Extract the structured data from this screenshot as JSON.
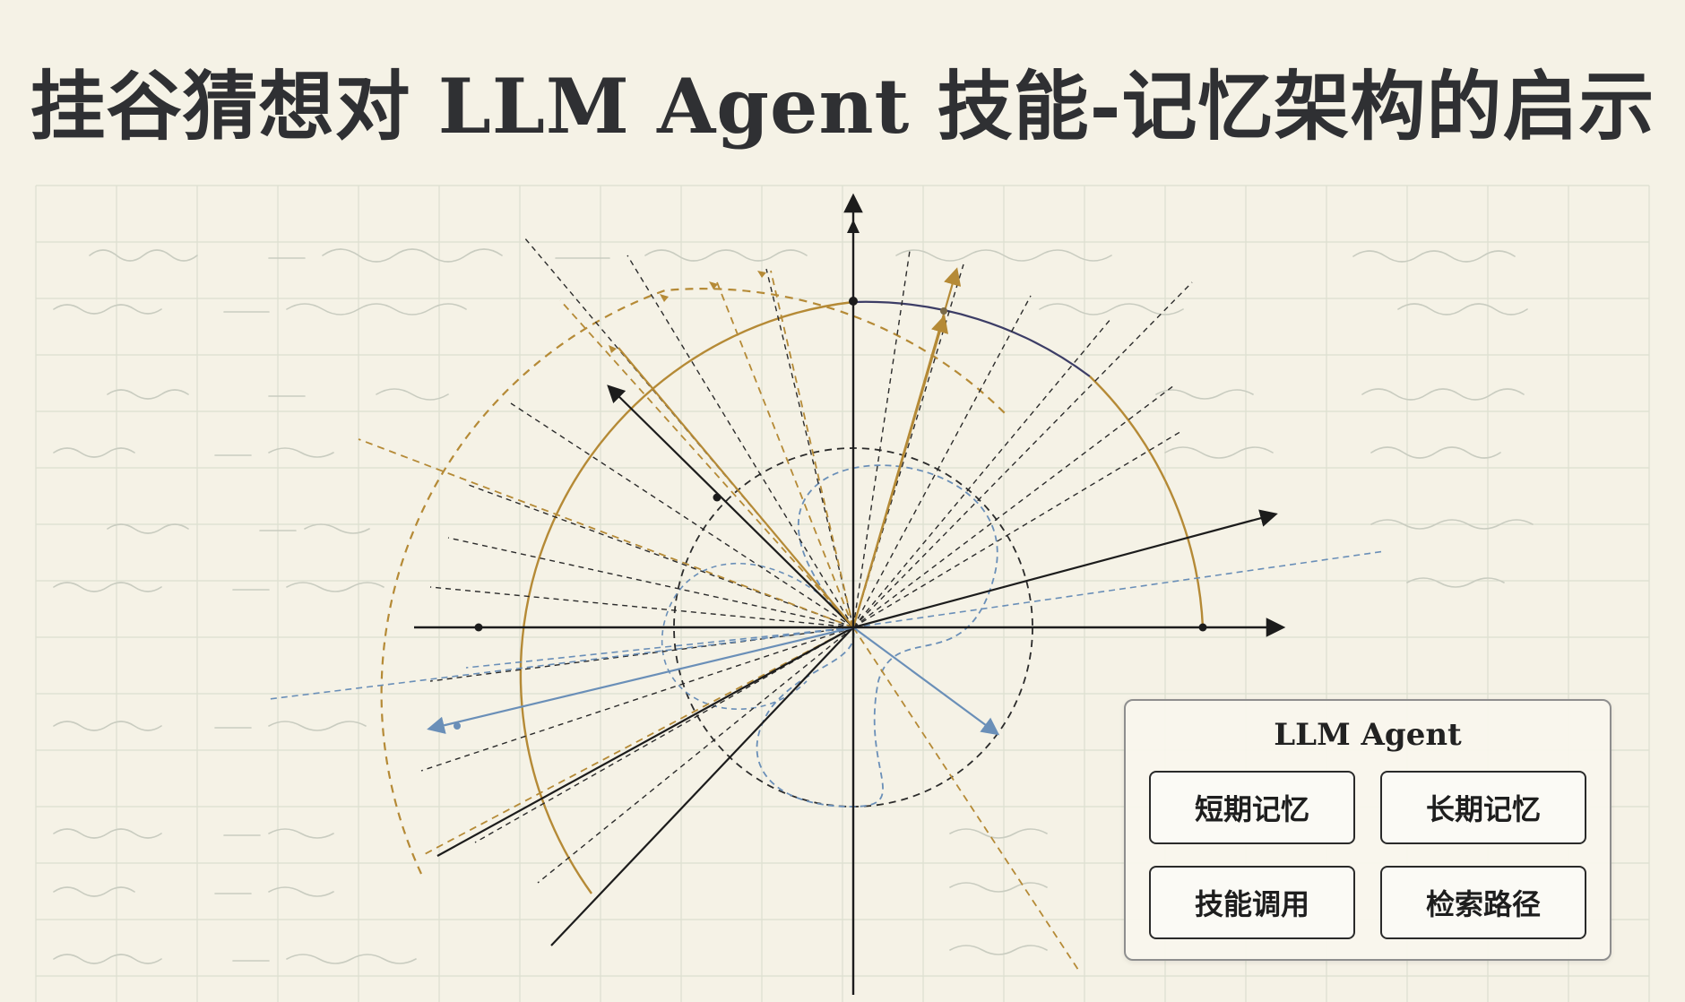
{
  "title": "挂谷猜想对 LLM Agent 技能-记忆架构的启示",
  "legend": {
    "title": "LLM Agent",
    "items": [
      "短期记忆",
      "长期记忆",
      "技能调用",
      "检索路径"
    ]
  },
  "colors": {
    "background": "#f5f2e6",
    "grid": "#d9dccd",
    "axis": "#1c1c1c",
    "gold": "#b58a36",
    "blue": "#6a8fb8",
    "navy": "#3c3d66",
    "dashed_black": "#2b2b2b"
  }
}
